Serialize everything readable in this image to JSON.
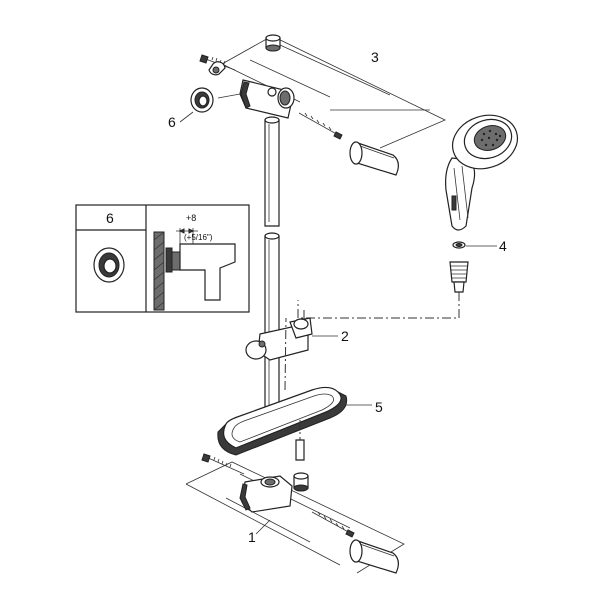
{
  "callouts": {
    "c1": "1",
    "c2": "2",
    "c3": "3",
    "c4": "4",
    "c5": "5",
    "c6": "6"
  },
  "detail": {
    "number": "6",
    "dim_main": "+8",
    "dim_sub": "(+5/16\")"
  }
}
